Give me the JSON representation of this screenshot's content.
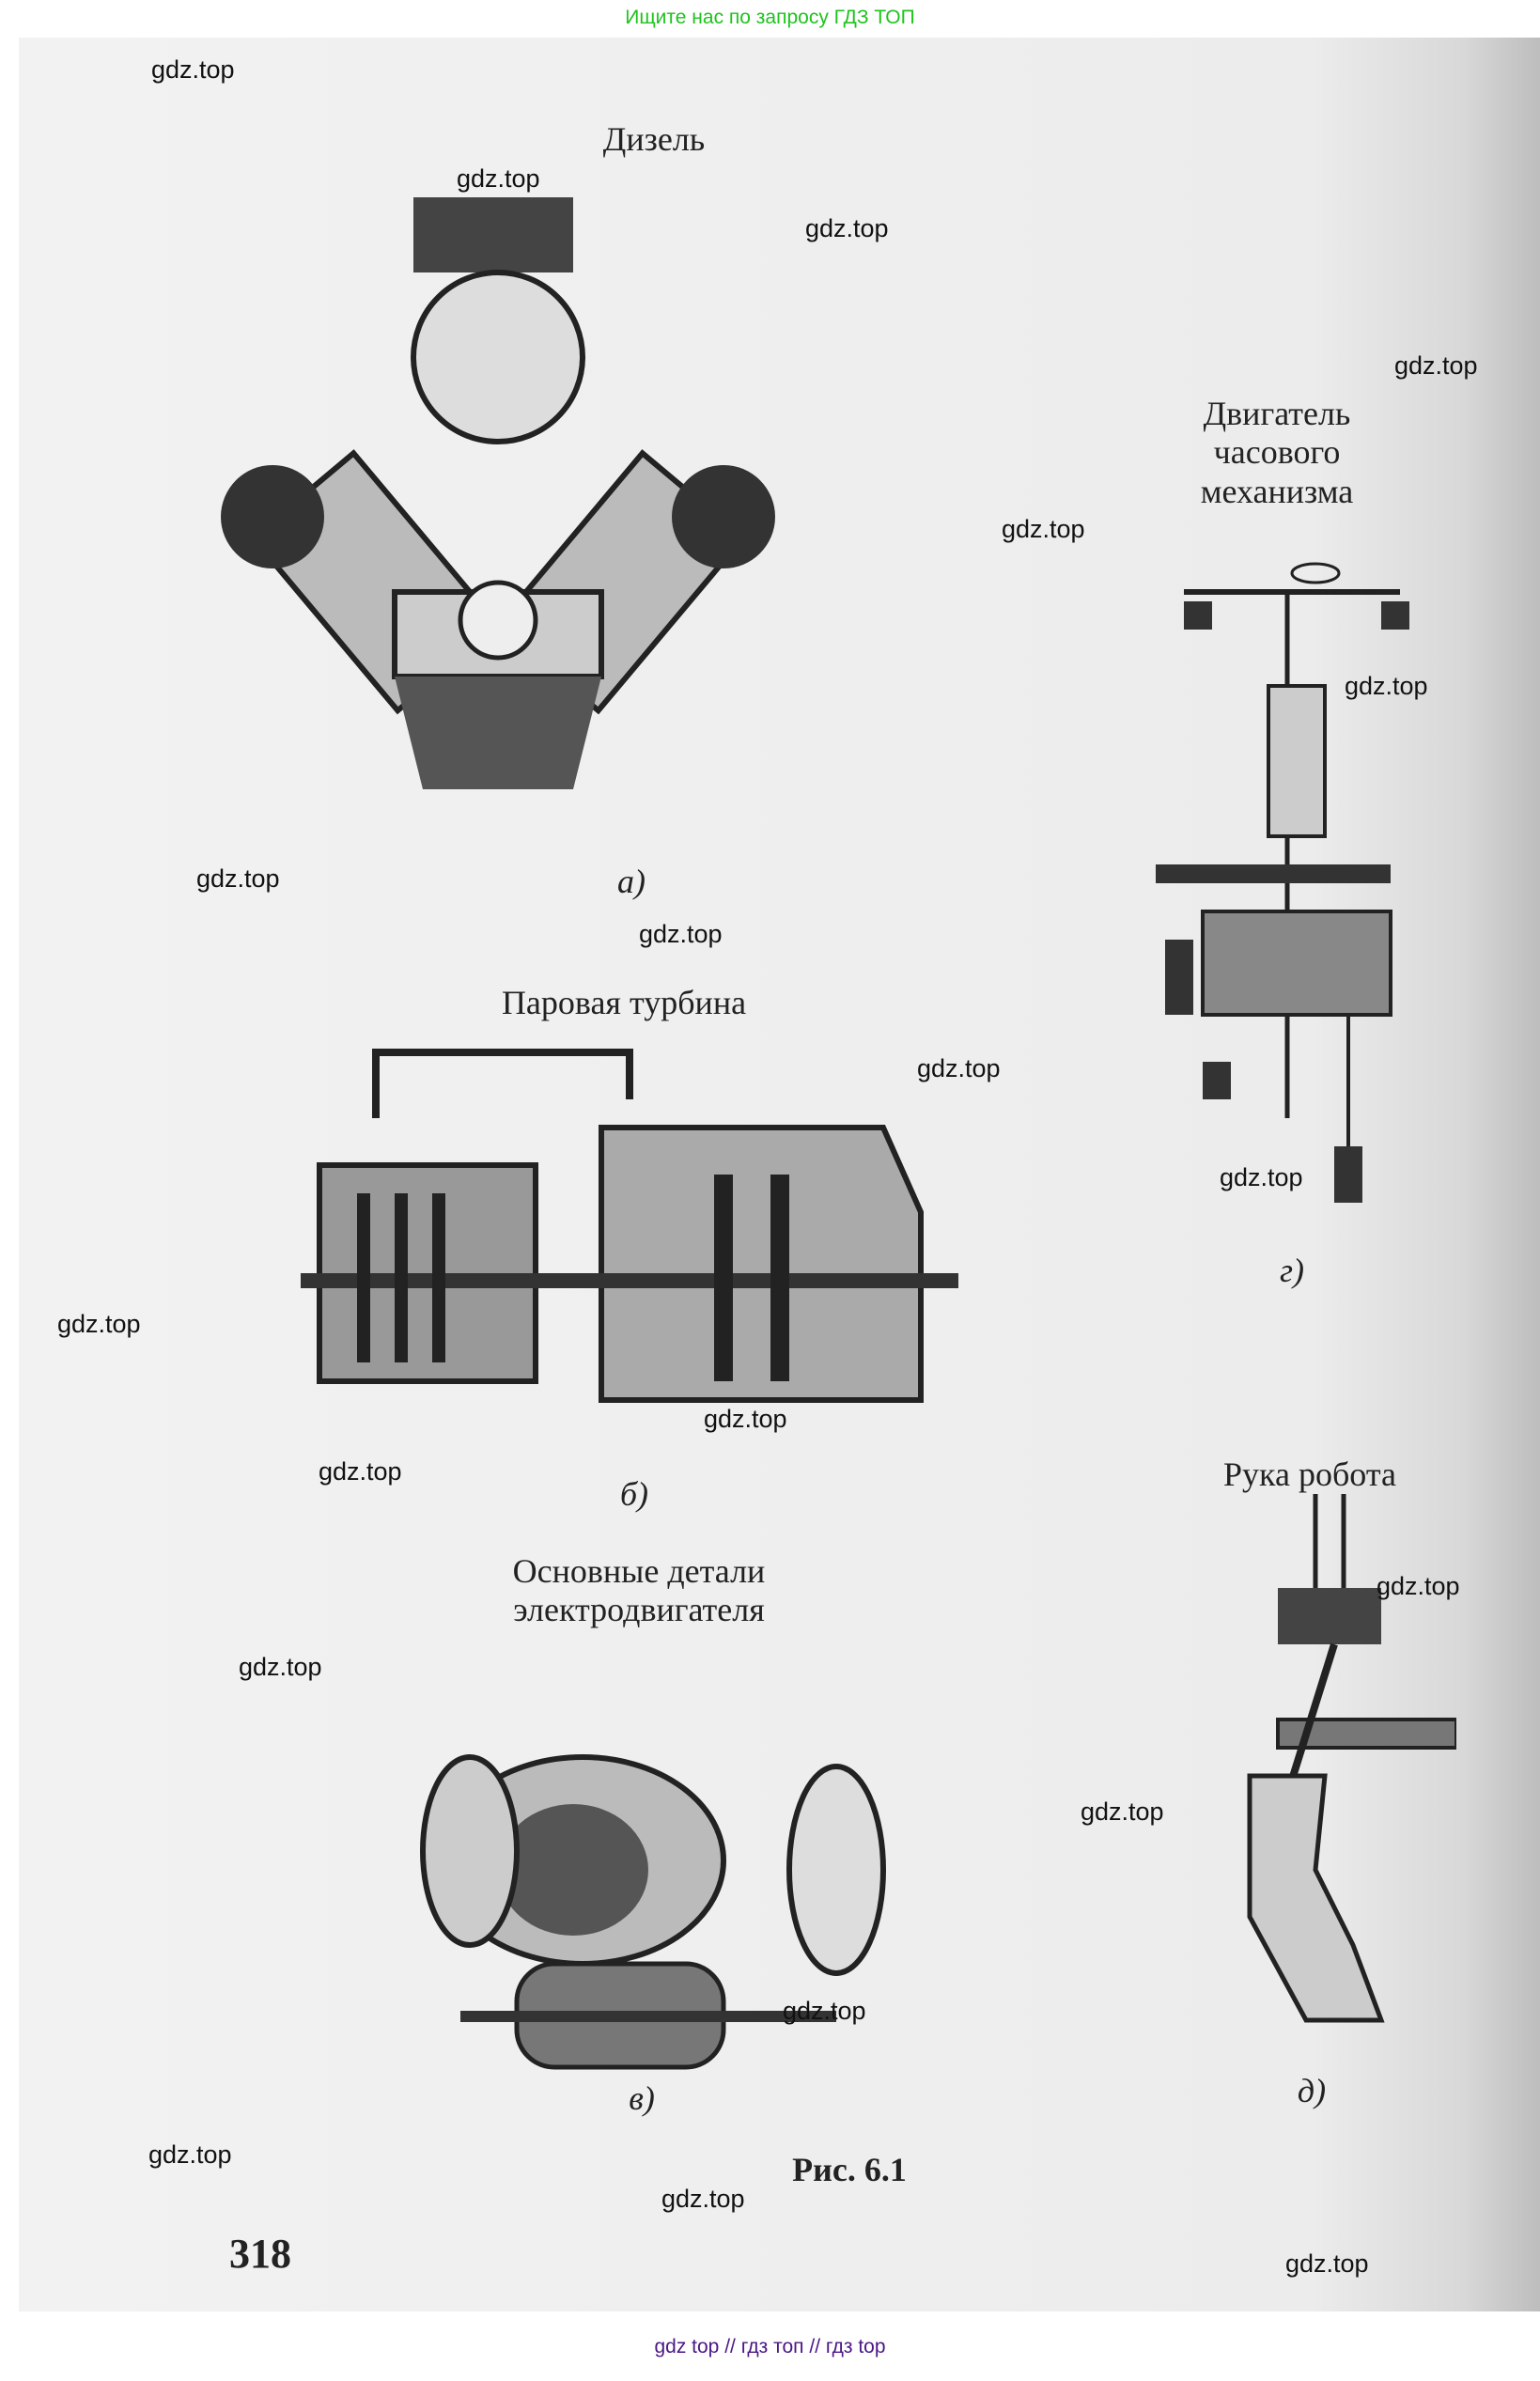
{
  "banner_top": "Ищите нас по запросу ГДЗ ТОП",
  "banner_bottom": "gdz top  //  гдз топ  //  гдз top",
  "figure": {
    "diesel_title": "Дизель",
    "diesel_label": "а)",
    "turbine_title": "Паровая турбина",
    "turbine_label": "б)",
    "motor_title_1": "Основные детали",
    "motor_title_2": "электродвигателя",
    "motor_label": "в)",
    "clock_title_1": "Двигатель",
    "clock_title_2": "часового",
    "clock_title_3": "механизма",
    "clock_label": "г)",
    "robot_title": "Рука робота",
    "robot_label": "д)",
    "caption": "Рис. 6.1"
  },
  "page_number": "318",
  "watermark": "gdz.top"
}
